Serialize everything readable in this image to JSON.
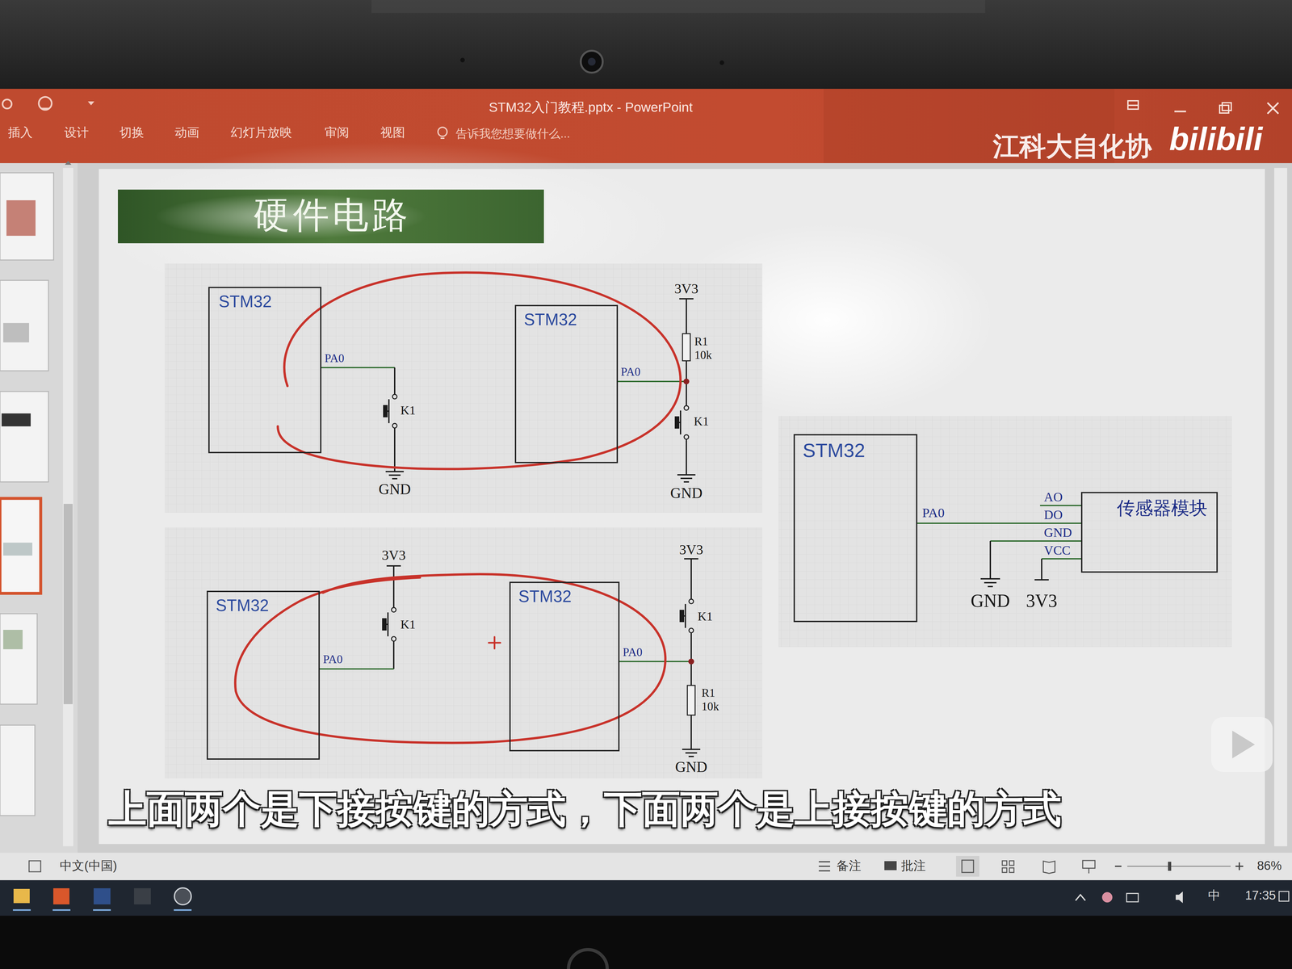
{
  "diagram": {
    "title": "硬件电路",
    "caption": "上面两个是下接按键的方式，下面两个是上接按键的方式",
    "nodes": [
      {
        "text": [
          "STM32"
        ]
      },
      {
        "text": [
          "STM32"
        ]
      },
      {
        "text": [
          "STM32"
        ]
      },
      {
        "text": [
          "传感器模块"
        ]
      },
      {
        "text": [
          "STM32"
        ]
      },
      {
        "text": [
          "STM32"
        ]
      }
    ],
    "edges": [
      {
        "from": 2,
        "to": 3,
        "arrow": "none"
      }
    ],
    "labels": [
      "STM32入门教程.pptx - PowerPoint",
      "插入",
      "设计",
      "切换",
      "动画",
      "幻灯片放映",
      "审阅",
      "视图",
      "告诉我您想要做什么...",
      "江科大自化协",
      "bilibili",
      "PA0",
      "K1",
      "GND",
      "3V3",
      "R1",
      "10k",
      "PA0",
      "K1",
      "GND",
      "PA0",
      "AO",
      "DO",
      "GND",
      "VCC",
      "GND",
      "3V3",
      "3V3",
      "K1",
      "PA0",
      "3V3",
      "K1",
      "PA0",
      "R1",
      "10k",
      "GND",
      "中文(中国)",
      "备注",
      "批注",
      "86%",
      "中",
      "17:35"
    ]
  }
}
